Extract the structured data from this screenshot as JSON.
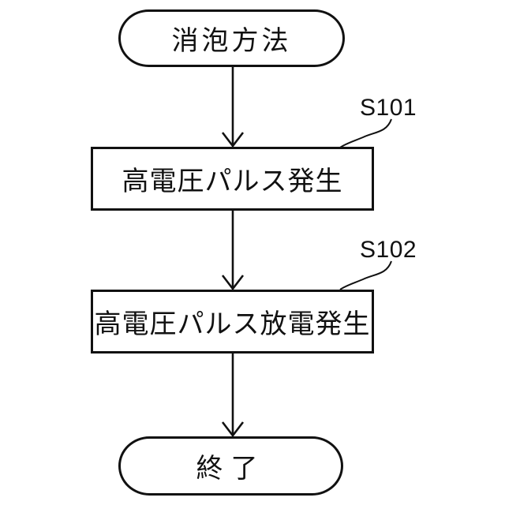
{
  "diagram": {
    "type": "flowchart",
    "language": "ja",
    "start_node": {
      "label": "消泡方法"
    },
    "steps": [
      {
        "id": "S101",
        "label": "高電圧パルス発生"
      },
      {
        "id": "S102",
        "label": "高電圧パルス放電発生"
      }
    ],
    "end_node": {
      "label": "終了"
    },
    "colors": {
      "stroke": "#111111",
      "background": "#ffffff"
    }
  }
}
